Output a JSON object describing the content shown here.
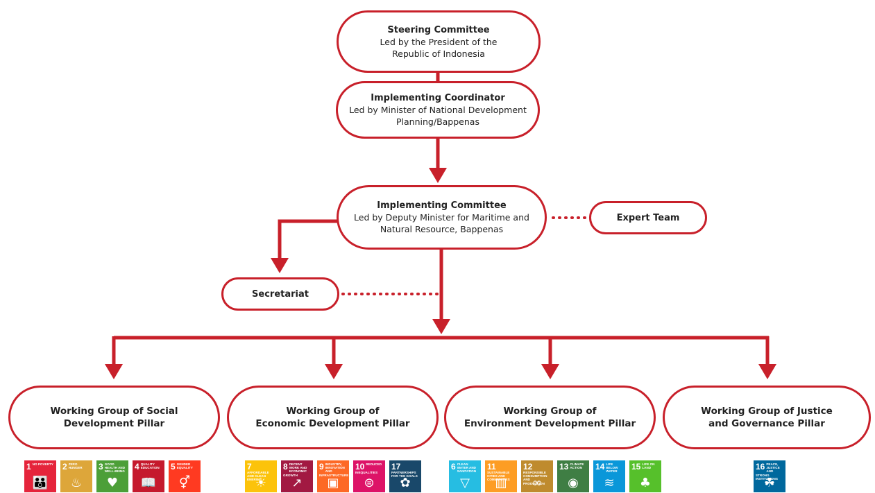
{
  "steering": {
    "title": "Steering Committee",
    "line1": "Led by the President of the",
    "line2": "Republic of Indonesia"
  },
  "coordinator": {
    "title": "Implementing Coordinator",
    "line1": "Led by Minister of National Development",
    "line2": "Planning/Bappenas"
  },
  "committee": {
    "title": "Implementing Committee",
    "line1": "Led by Deputy Minister for Maritime and",
    "line2": "Natural Resource, Bappenas"
  },
  "expert": {
    "title": "Expert Team"
  },
  "secretariat": {
    "title": "Secretariat"
  },
  "working_groups": [
    {
      "line1": "Working Group of Social",
      "line2": "Development Pillar"
    },
    {
      "line1": "Working Group of",
      "line2": "Economic Development Pillar"
    },
    {
      "line1": "Working Group of",
      "line2": "Environment Development Pillar"
    },
    {
      "line1": "Working Group of Justice",
      "line2": "and Governance Pillar"
    }
  ],
  "colors": {
    "accent": "#c8202a"
  },
  "sdg_groups": [
    [
      {
        "num": "1",
        "label": "No Poverty",
        "color": "#e5243b",
        "icon": "people-icon"
      },
      {
        "num": "2",
        "label": "Zero Hunger",
        "color": "#dda63a",
        "icon": "bowl-icon"
      },
      {
        "num": "3",
        "label": "Good Health and Well-being",
        "color": "#4c9f38",
        "icon": "heartbeat-icon"
      },
      {
        "num": "4",
        "label": "Quality Education",
        "color": "#c5192d",
        "icon": "book-icon"
      },
      {
        "num": "5",
        "label": "Gender Equality",
        "color": "#ff3a21",
        "icon": "gender-icon"
      }
    ],
    [
      {
        "num": "7",
        "label": "Affordable and Clean Energy",
        "color": "#fcc30b",
        "icon": "sun-icon"
      },
      {
        "num": "8",
        "label": "Decent Work and Economic Growth",
        "color": "#a21942",
        "icon": "growth-chart-icon"
      },
      {
        "num": "9",
        "label": "Industry, Innovation and Infrastructure",
        "color": "#fd6925",
        "icon": "cubes-icon"
      },
      {
        "num": "10",
        "label": "Reduced Inequalities",
        "color": "#dd1367",
        "icon": "equal-icon"
      },
      {
        "num": "17",
        "label": "Partnerships for the Goals",
        "color": "#19486a",
        "icon": "flower-icon"
      }
    ],
    [
      {
        "num": "6",
        "label": "Clean Water and Sanitation",
        "color": "#26bde2",
        "icon": "water-glass-icon"
      },
      {
        "num": "11",
        "label": "Sustainable Cities and Communities",
        "color": "#fd9d24",
        "icon": "city-icon"
      },
      {
        "num": "12",
        "label": "Responsible Consumption and Production",
        "color": "#bf8b2e",
        "icon": "infinity-icon"
      },
      {
        "num": "13",
        "label": "Climate Action",
        "color": "#3f7e44",
        "icon": "eye-icon"
      },
      {
        "num": "14",
        "label": "Life Below Water",
        "color": "#0a97d9",
        "icon": "fish-icon"
      },
      {
        "num": "15",
        "label": "Life on Land",
        "color": "#56c02b",
        "icon": "tree-icon"
      }
    ],
    [
      {
        "num": "16",
        "label": "Peace, Justice and Strong Institutions",
        "color": "#00689d",
        "icon": "dove-icon"
      }
    ]
  ]
}
